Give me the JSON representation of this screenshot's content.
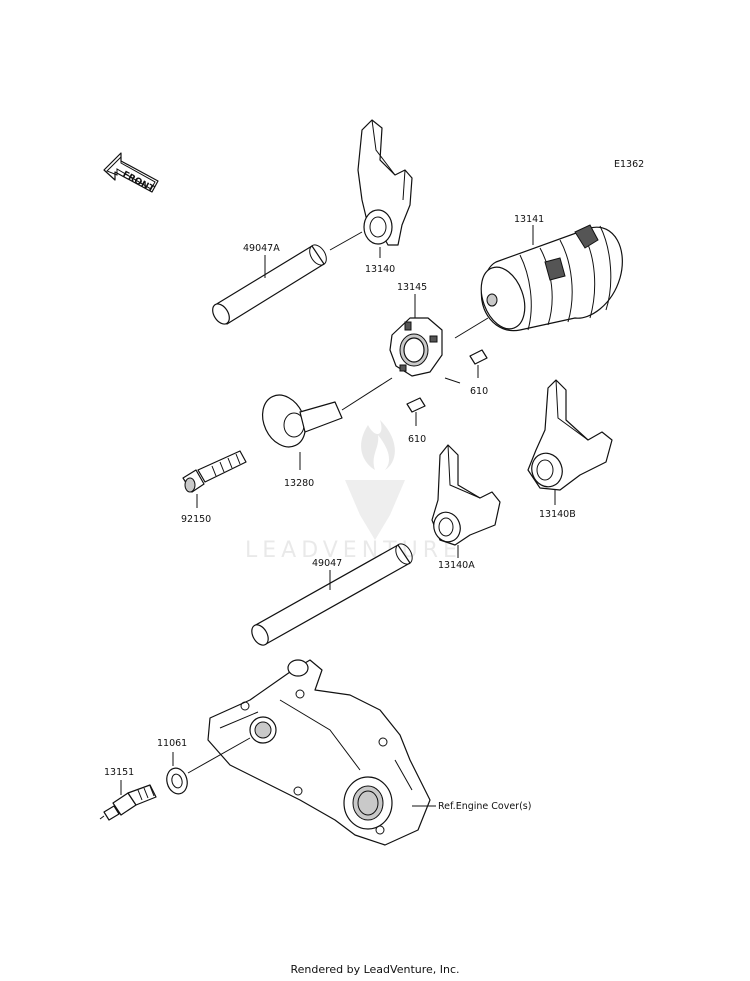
{
  "diagram_code": "E1362",
  "front_arrow_text": "FRONT",
  "watermark_text": "LEADVENTURE",
  "labels": {
    "p13140": "13140",
    "p49047A": "49047A",
    "p13141": "13141",
    "p13145": "13145",
    "p610_a": "610",
    "p610_b": "610",
    "p13280": "13280",
    "p92150": "92150",
    "p13140B": "13140B",
    "p49047": "49047",
    "p13140A": "13140A",
    "p11061": "11061",
    "p13151": "13151",
    "ref_engine_cover": "Ref.Engine Cover(s)"
  },
  "footer": "Rendered by LeadVenture, Inc."
}
